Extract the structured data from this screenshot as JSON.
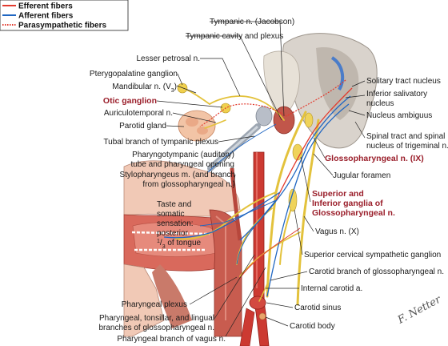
{
  "legend": {
    "items": [
      {
        "label": "Efferent fibers",
        "color": "#e23a2e",
        "style": "solid"
      },
      {
        "label": "Afferent fibers",
        "color": "#1f66c2",
        "style": "solid"
      },
      {
        "label": "Parasympathetic fibers",
        "color": "#e23a2e",
        "style": "dotted"
      }
    ]
  },
  "labels": {
    "tympanic_n": "Tympanic n. (Jacobson)",
    "tympanic_cavity": "Tympanic cavity and plexus",
    "lesser_petrosal": "Lesser petrosal n.",
    "pterygopalatine": "Pterygopalatine ganglion",
    "mandibular_a": "Mandibular n. (V",
    "mandibular_sub": "3",
    "mandibular_b": ")",
    "otic_ganglion": "Otic ganglion",
    "auriculotemporal": "Auriculotemporal n.",
    "parotid": "Parotid gland",
    "tubal_branch": "Tubal branch of tympanic plexus",
    "pharyngotympanic_1": "Pharyngotympanic (auditory)",
    "pharyngotympanic_2": "tube and pharyngeal opening",
    "stylopharyngeus_1": "Stylopharyngeus m. (and branch",
    "stylopharyngeus_2": "from glossopharyngeal n.)",
    "taste_1": "Taste and",
    "taste_2": "somatic",
    "taste_3": "sensation:",
    "taste_4": "posterior",
    "taste_5a": "1",
    "taste_5b": "/",
    "taste_5c": "3",
    "taste_5d": " of tongue",
    "pharyngeal_plexus": "Pharyngeal plexus",
    "pharyngeal_tonsillar_1": "Pharyngeal, tonsillar, and lingual",
    "pharyngeal_tonsillar_2": "branches of glossopharyngeal n.",
    "pharyngeal_vagus": "Pharyngeal branch of vagus n.",
    "solitary": "Solitary tract nucleus",
    "inferior_salivatory_1": "Inferior salivatory",
    "inferior_salivatory_2": "nucleus",
    "nucleus_ambiguus": "Nucleus ambiguus",
    "spinal_tract_1": "Spinal tract and spinal",
    "spinal_tract_2": "nucleus of trigeminal n.",
    "glossopharyngeal": "Glossopharyngeal n. (IX)",
    "jugular": "Jugular foramen",
    "ganglia_1": "Superior and",
    "ganglia_2": "Inferior ganglia of",
    "ganglia_3": "Glossopharyngeal n.",
    "vagus": "Vagus n. (X)",
    "cervical": "Superior cervical sympathetic ganglion",
    "carotid_branch": "Carotid branch of glossopharyngeal n.",
    "internal_carotid": "Internal carotid a.",
    "carotid_sinus": "Carotid sinus",
    "carotid_body": "Carotid body"
  },
  "signature": "F. Netter"
}
